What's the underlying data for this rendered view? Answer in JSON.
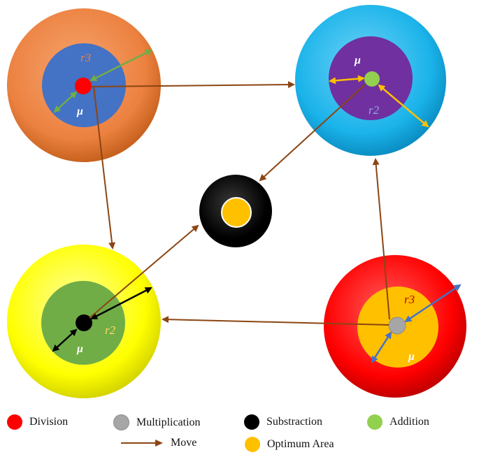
{
  "colors": {
    "move": "#8B4513",
    "division": "#ff0000",
    "multiplication": "#a6a6a6",
    "substraction": "#000000",
    "addition": "#92d050",
    "optimum": "#ffc000"
  },
  "clusters": {
    "top_left": {
      "radius_label": "r3",
      "mean_label": "μ",
      "outer_color": "#ec8140",
      "inner_color": "#4472c4",
      "core_color": "#ff0000",
      "arrow_color": "#70ad47"
    },
    "top_right": {
      "radius_label": "r2",
      "mean_label": "μ",
      "outer_color": "#1ab3ea",
      "inner_color": "#7030a0",
      "core_color": "#92d050",
      "arrow_color": "#ffc000"
    },
    "bottom_left": {
      "radius_label": "r2",
      "mean_label": "μ",
      "outer_color": "#ffff00",
      "inner_color": "#70ad47",
      "core_color": "#000000",
      "arrow_color": "#000000"
    },
    "bottom_right": {
      "radius_label": "r3",
      "mean_label": "μ",
      "outer_color": "#ff0000",
      "inner_color": "#ffc000",
      "core_color": "#a6a6a6",
      "arrow_color": "#4472c4"
    },
    "center": {
      "outer_color": "#000000",
      "core_color": "#ffc000"
    }
  },
  "legend": {
    "division": "Division",
    "multiplication": "Multiplication",
    "substraction": "Substraction",
    "addition": "Addition",
    "move": "Move",
    "optimum": "Optimum Area"
  }
}
